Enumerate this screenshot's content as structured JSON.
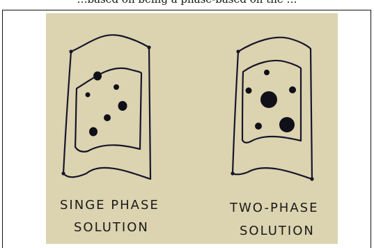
{
  "caption": "…based on being a phase-based on the …",
  "left_label": {
    "line1": "SINGE PHASE",
    "line2": "SOLUTION"
  },
  "right_label": {
    "line1": "TWO-PHASE",
    "line2": "SOLUTION"
  },
  "colors": {
    "paper": "#dcd3b0",
    "ink": "#16162a",
    "frame": "#111111"
  }
}
